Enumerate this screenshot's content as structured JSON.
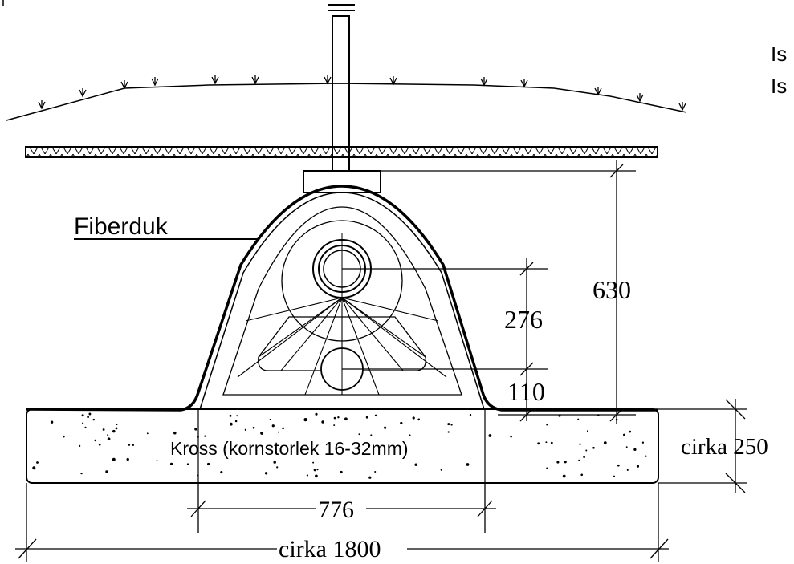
{
  "labels": {
    "fabric": "Fiberduk",
    "gravel": "Kross (kornstorlek 16-32mm)",
    "margin_line_1": "Is",
    "margin_line_2": "Is"
  },
  "dimensions": {
    "height_total": "630",
    "pipe_spacing": "276",
    "lower_offset": "110",
    "bed_thickness": "cirka 250",
    "base_width": "776",
    "bed_width": "cirka 1800"
  }
}
